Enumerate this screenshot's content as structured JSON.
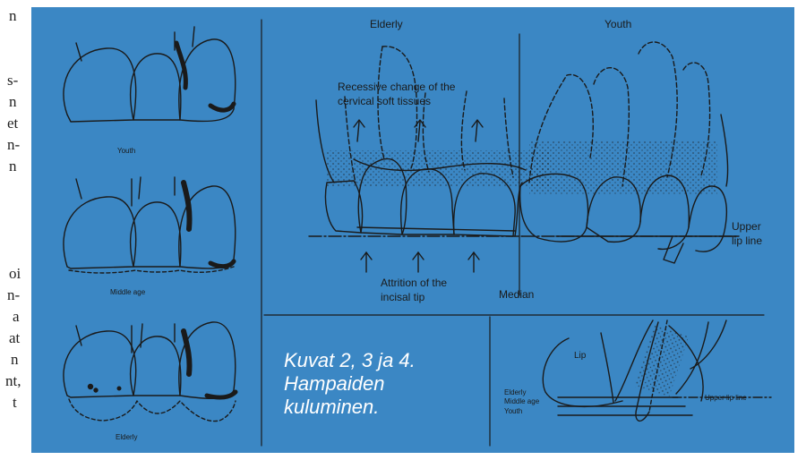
{
  "page_text_fragments": [
    "n",
    "s-",
    "n",
    "et",
    "n-",
    "n",
    "oi",
    "n-",
    "a",
    "at",
    "n",
    "nt,",
    "t"
  ],
  "panels": {
    "left": {
      "youth_label": "Youth",
      "middle_age_label": "Middle age",
      "elderly_label": "Elderly"
    },
    "main": {
      "elderly_heading": "Elderly",
      "youth_heading": "Youth",
      "recessive_annotation_line1": "Recessive change of the",
      "recessive_annotation_line2": "cervical soft tissues",
      "attrition_line1": "Attrition of the",
      "attrition_line2": "incisal tip",
      "median_label": "Median",
      "upper_lip_line1": "Upper",
      "upper_lip_line2": "lip line"
    },
    "caption": {
      "line1": "Kuvat 2, 3 ja 4.",
      "line2": "Hampaiden",
      "line3": "kuluminen."
    },
    "inset": {
      "lip_label": "Lip",
      "elderly_label": "Elderly",
      "middle_age_label": "Middle age",
      "youth_label": "Youth",
      "upper_lip_line_label": "Upper lip line"
    }
  }
}
